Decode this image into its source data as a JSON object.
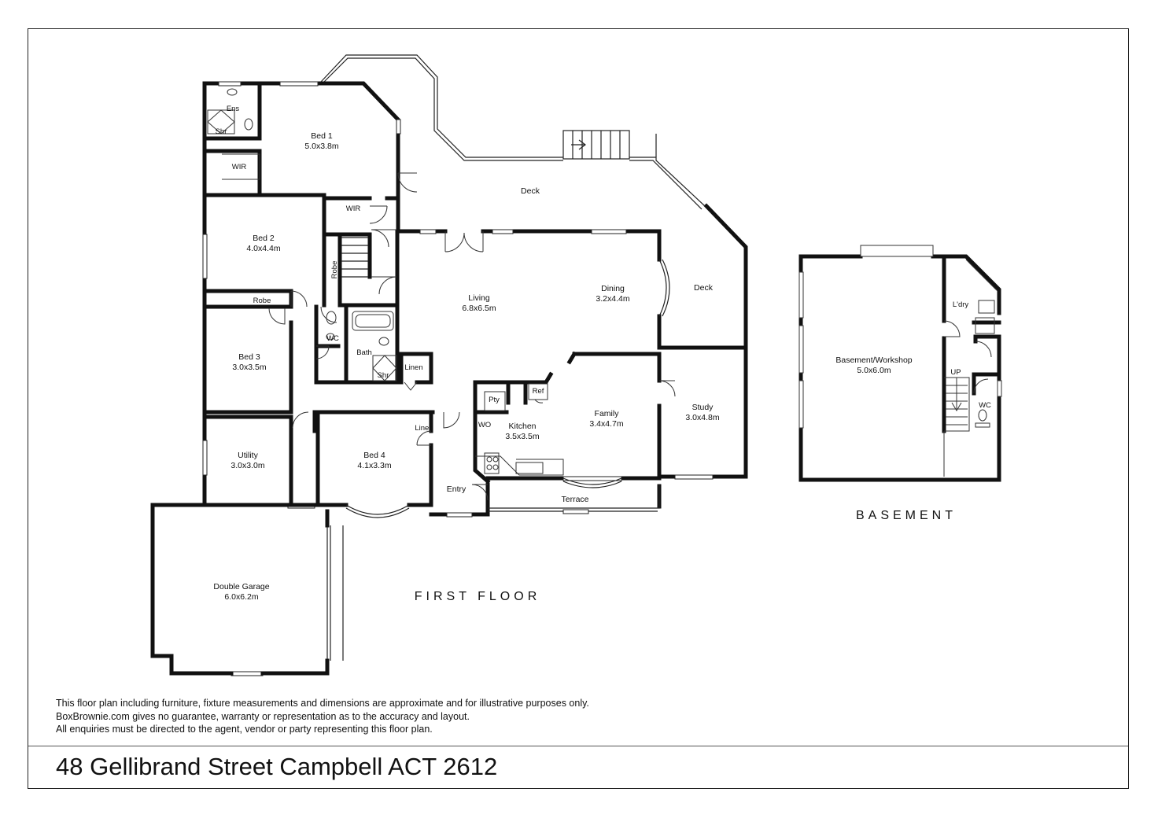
{
  "address": "48 Gellibrand Street Campbell ACT 2612",
  "disclaimer": [
    "This floor plan including furniture, fixture measurements and dimensions are approximate and for illustrative purposes only.",
    "BoxBrownie.com gives no guarantee, warranty or representation as to the accuracy and layout.",
    "All enquiries must be directed to the agent, vendor or party representing this floor plan."
  ],
  "floors": {
    "first_floor": "FIRST FLOOR",
    "basement": "BASEMENT"
  },
  "rooms": {
    "ens": "Ens",
    "shr": "Shr",
    "bed1": {
      "name": "Bed 1",
      "size": "5.0x3.8m"
    },
    "wir": "WIR",
    "deck": "Deck",
    "bed2": {
      "name": "Bed 2",
      "size": "4.0x4.4m"
    },
    "robe": "Robe",
    "living": {
      "name": "Living",
      "size": "6.8x6.5m"
    },
    "dining": {
      "name": "Dining",
      "size": "3.2x4.4m"
    },
    "wc": "WC",
    "bath": "Bath",
    "linen": "Linen",
    "bed3": {
      "name": "Bed 3",
      "size": "3.0x3.5m"
    },
    "pty": "Pty",
    "ref": "Ref",
    "wo": "WO",
    "kitchen": {
      "name": "Kitchen",
      "size": "3.5x3.5m"
    },
    "family": {
      "name": "Family",
      "size": "3.4x4.7m"
    },
    "study": {
      "name": "Study",
      "size": "3.0x4.8m"
    },
    "utility": {
      "name": "Utility",
      "size": "3.0x3.0m"
    },
    "bed4": {
      "name": "Bed 4",
      "size": "4.1x3.3m"
    },
    "entry": "Entry",
    "terrace": "Terrace",
    "garage": {
      "name": "Double Garage",
      "size": "6.0x6.2m"
    },
    "basement_workshop": {
      "name": "Basement/Workshop",
      "size": "5.0x6.0m"
    },
    "ldry": "L'dry",
    "up": "UP"
  }
}
